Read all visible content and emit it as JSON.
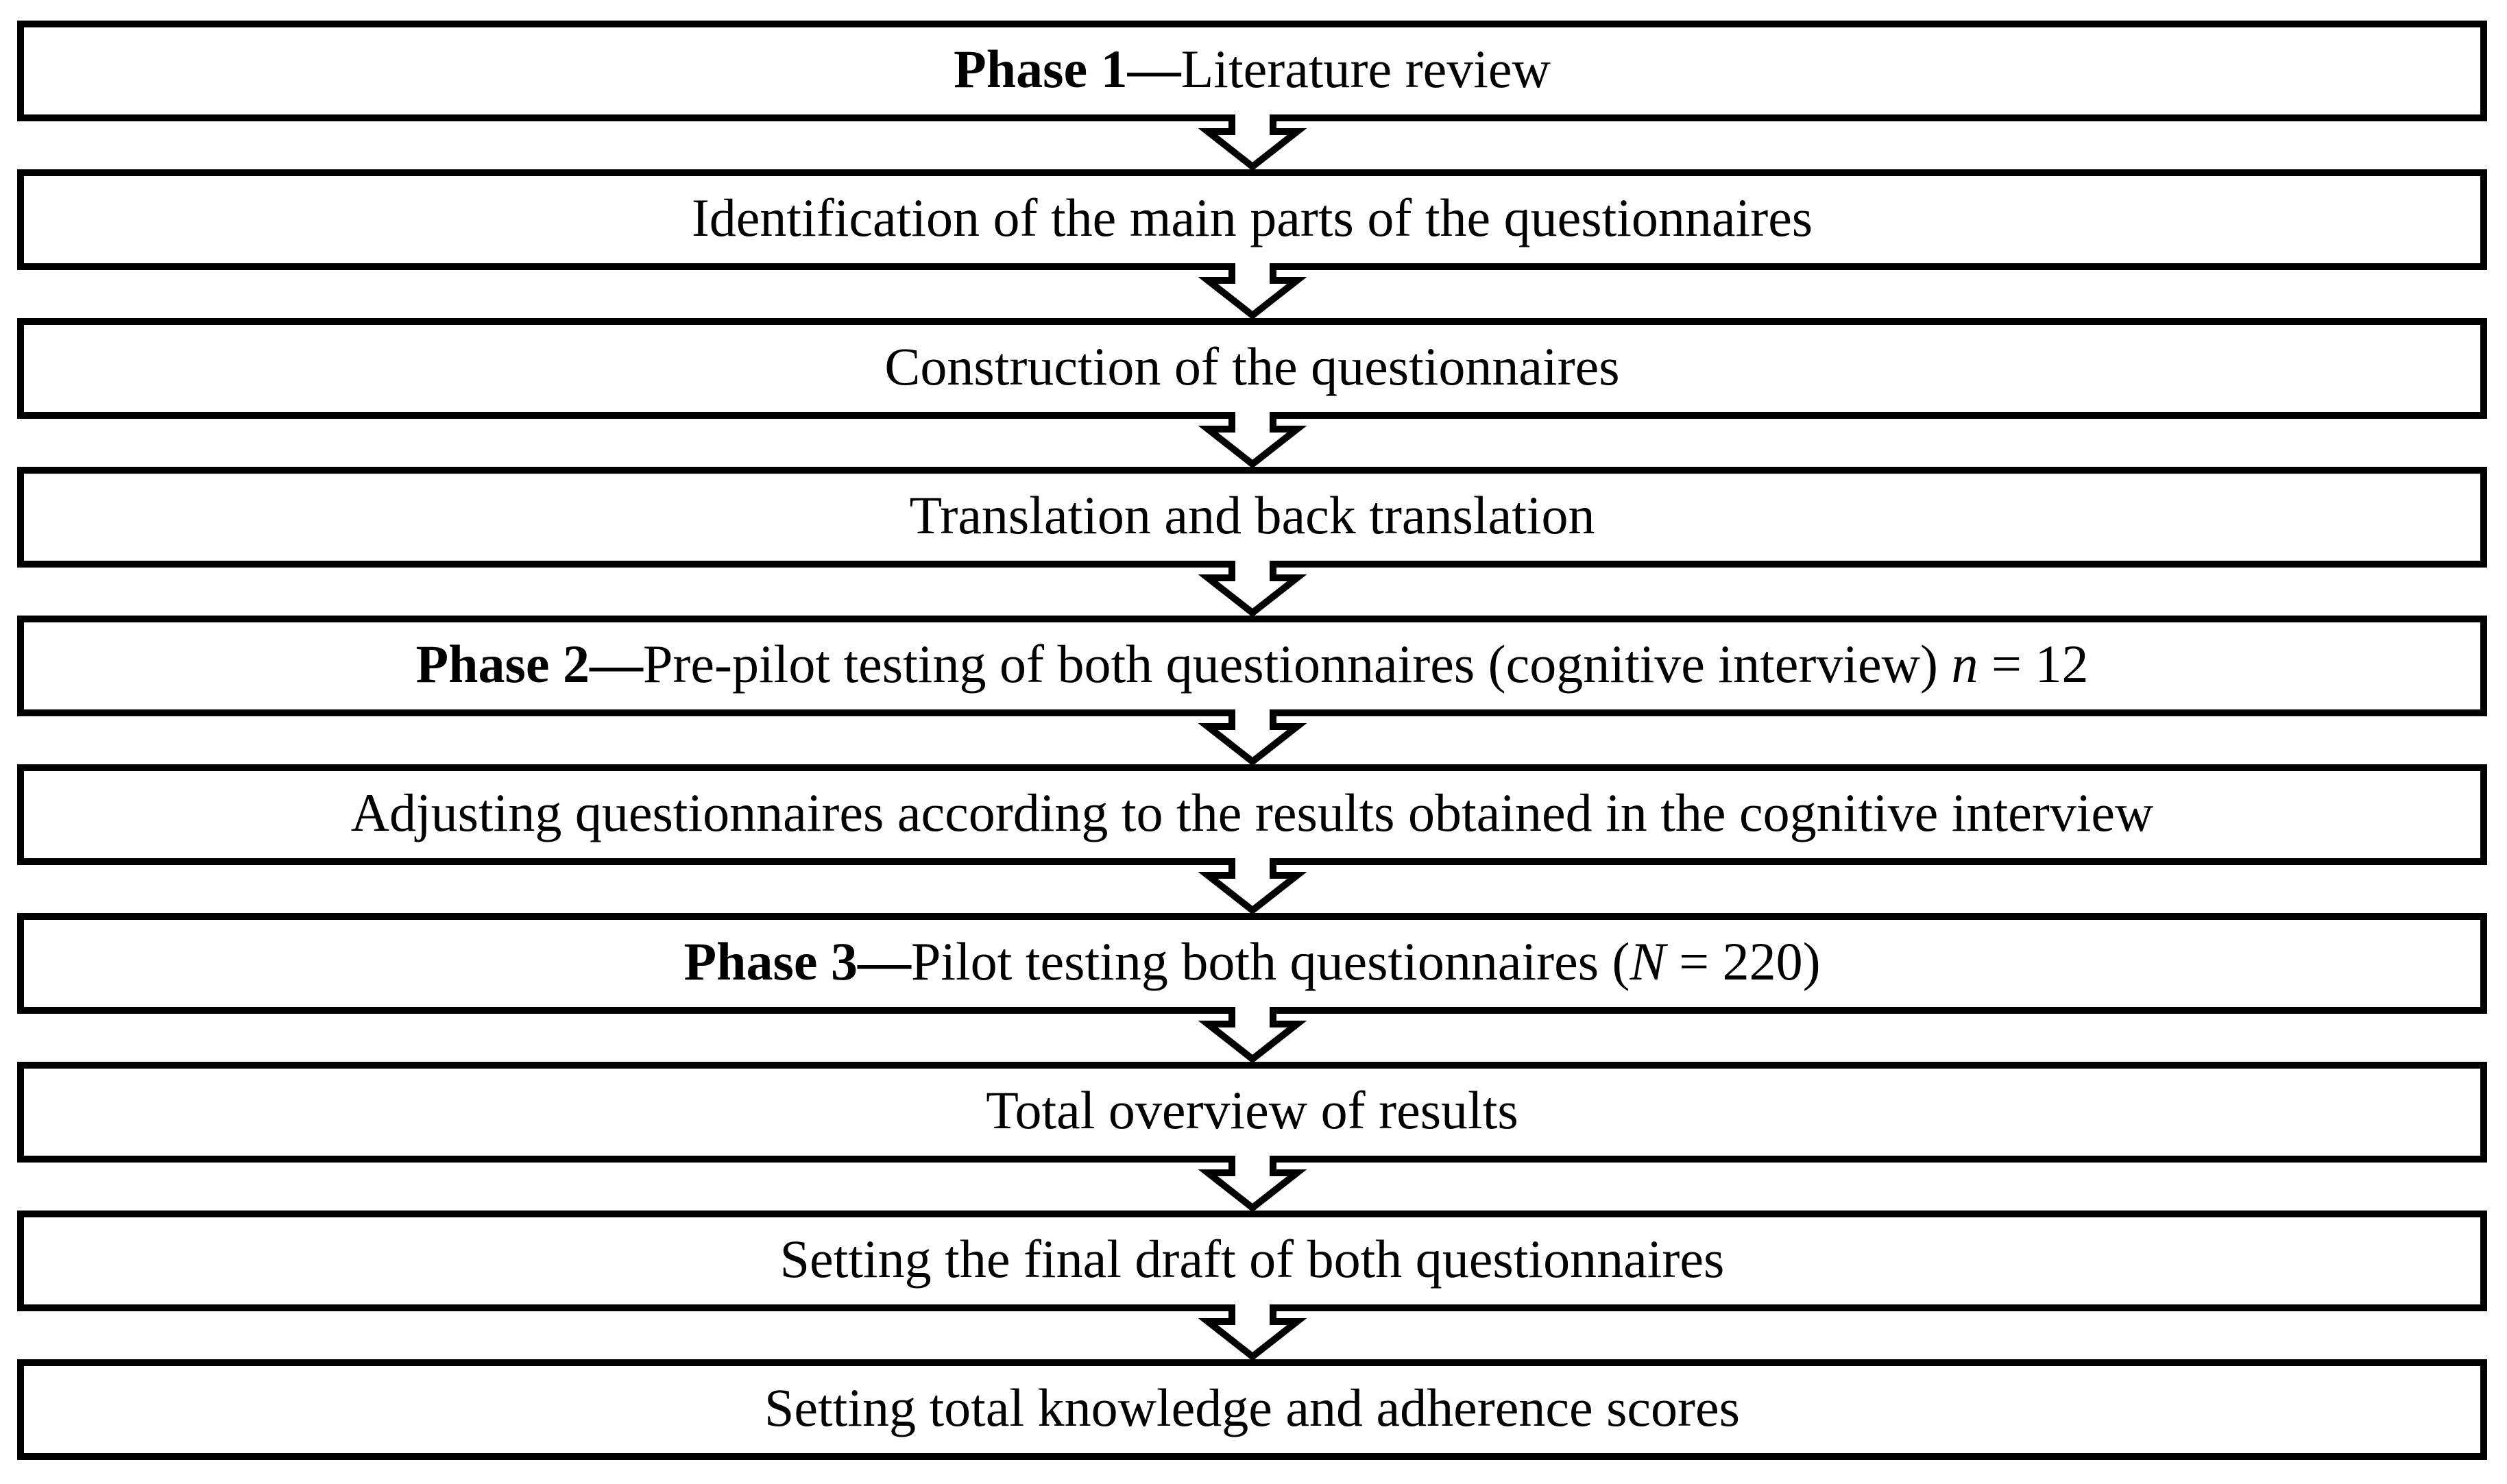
{
  "figure": {
    "type": "flowchart",
    "direction": "top-to-bottom",
    "box_count": 10,
    "connector_count": 9,
    "connector_icon": "down-arrow-icon"
  },
  "colors": {
    "line": "#000000",
    "text": "#000000",
    "background": "#ffffff"
  },
  "boxes": [
    {
      "segments": [
        {
          "text": "Phase 1—",
          "bold": true
        },
        {
          "text": "Literature review"
        }
      ]
    },
    {
      "segments": [
        {
          "text": "Identification of the main parts of the questionnaires"
        }
      ]
    },
    {
      "segments": [
        {
          "text": "Construction of the questionnaires"
        }
      ]
    },
    {
      "segments": [
        {
          "text": "Translation and back translation"
        }
      ]
    },
    {
      "segments": [
        {
          "text": "Phase 2—",
          "bold": true
        },
        {
          "text": "Pre-pilot testing of both questionnaires (cognitive interview) "
        },
        {
          "text": "n",
          "italic": true
        },
        {
          "text": " = 12"
        }
      ]
    },
    {
      "segments": [
        {
          "text": "Adjusting questionnaires according to the results obtained in the cognitive interview"
        }
      ]
    },
    {
      "segments": [
        {
          "text": "Phase 3—",
          "bold": true
        },
        {
          "text": "Pilot testing both questionnaires ("
        },
        {
          "text": "N",
          "italic": true
        },
        {
          "text": " = 220)"
        }
      ]
    },
    {
      "segments": [
        {
          "text": "Total overview of results"
        }
      ]
    },
    {
      "segments": [
        {
          "text": "Setting the final draft of both questionnaires"
        }
      ]
    },
    {
      "segments": [
        {
          "text": "Setting total knowledge and adherence scores"
        }
      ]
    }
  ]
}
